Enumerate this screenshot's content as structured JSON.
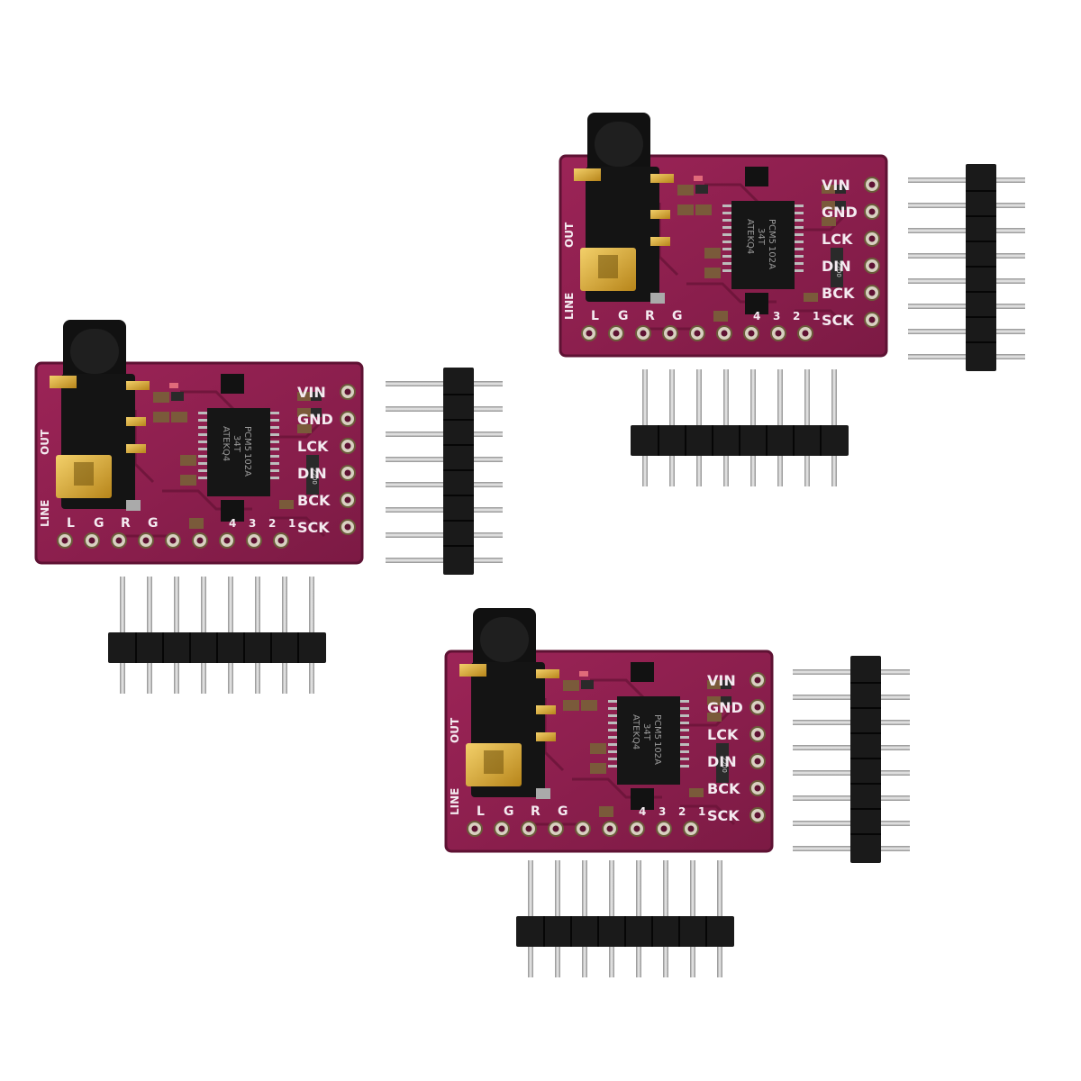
{
  "colors": {
    "pcb": "#8e1f4e",
    "pcb_dark": "#5e1233",
    "silk": "#f4eaf0",
    "gold": "#d9a628",
    "header_plastic": "#1a1a1a",
    "pin": "#c9c9c9"
  },
  "board": {
    "pin_labels": [
      "VIN",
      "GND",
      "LCK",
      "DIN",
      "BCK",
      "SCK"
    ],
    "bottom_labels": [
      "L",
      "G",
      "R",
      "G",
      "4",
      "3",
      "2",
      "1"
    ],
    "side_label_out": "OUT",
    "side_label_line": "LINE",
    "chip_line1": "PCM5",
    "chip_line2": "102A",
    "chip_line3": "34T",
    "chip_line4": "ATEKQ4",
    "resistor_text": "2200"
  },
  "modules": [
    {
      "name": "module-left"
    },
    {
      "name": "module-top-right"
    },
    {
      "name": "module-bottom"
    }
  ],
  "headers_per_module": 2,
  "pins_per_header": 8
}
